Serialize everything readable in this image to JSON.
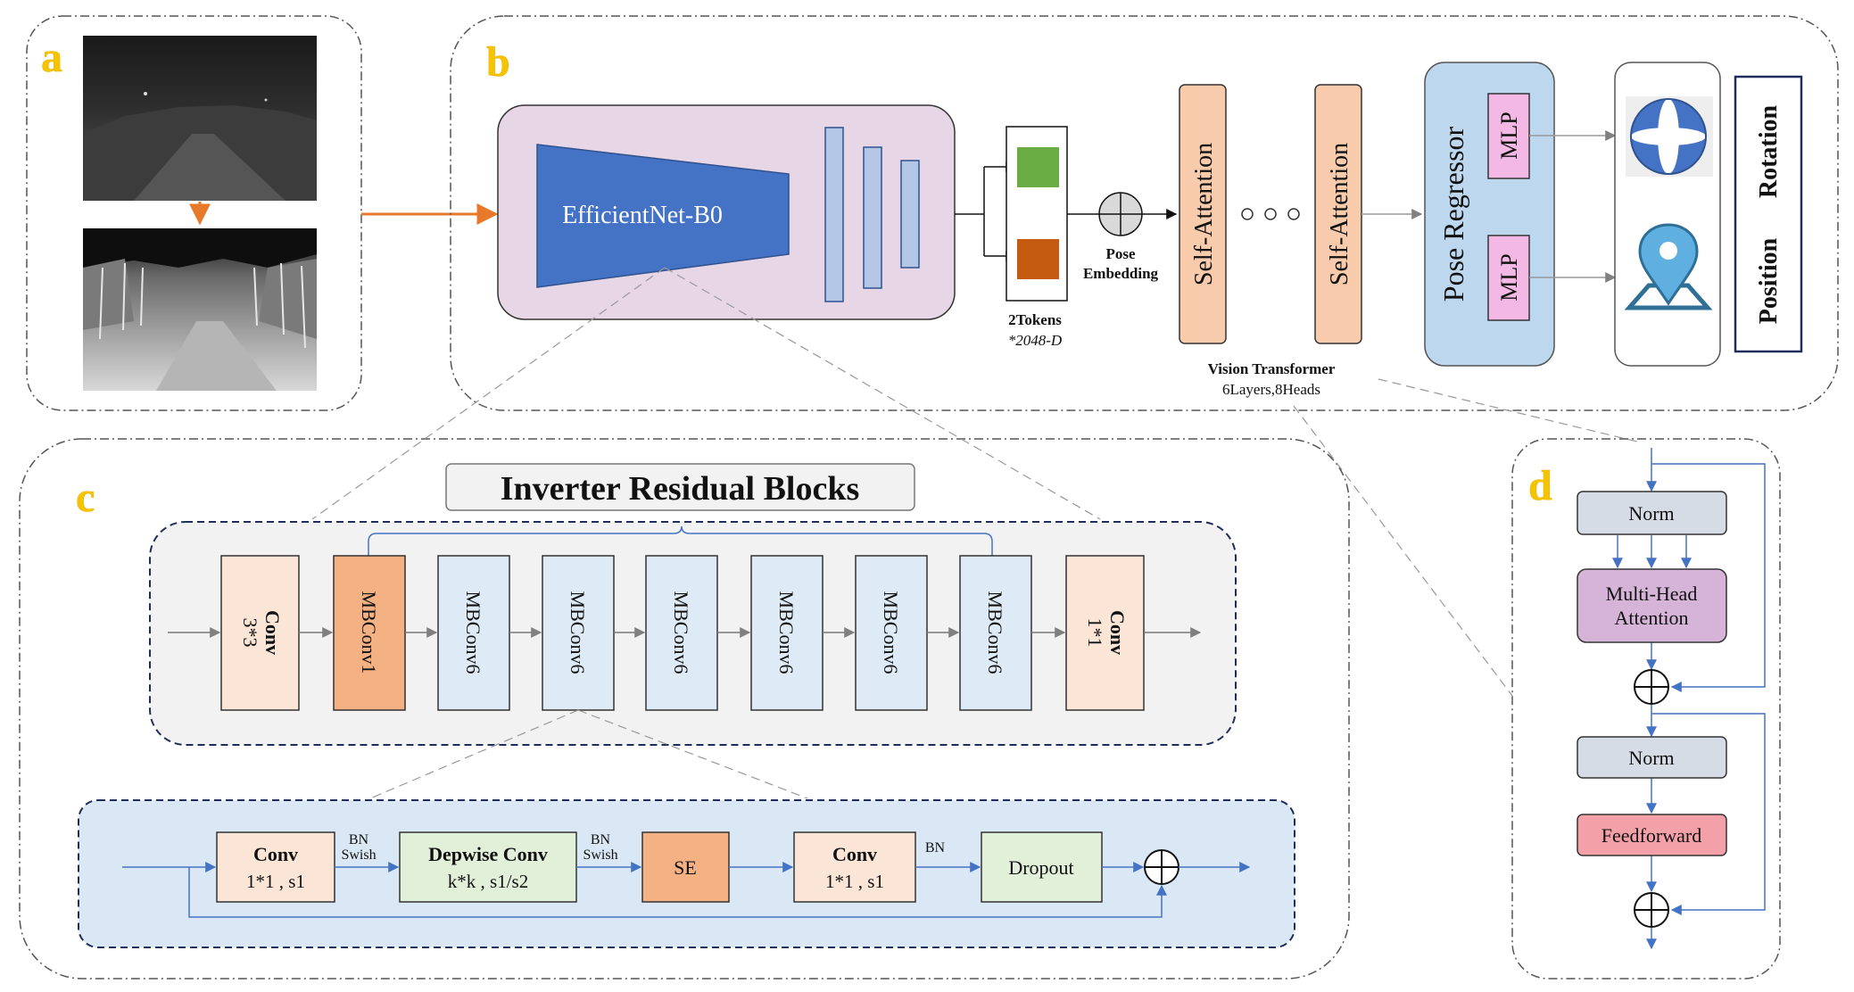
{
  "panels": {
    "a": "a",
    "b": "b",
    "c": "c",
    "d": "d"
  },
  "colors": {
    "orange_arrow": "#e8782a",
    "backbone_bg": "#e6d6e6",
    "efficientnet_blue": "#4472c4",
    "token_green": "#6aad45",
    "token_orange": "#c55a11",
    "self_attention": "#f8cbad",
    "pose_regressor_bg": "#bdd7ee",
    "mlp_pink": "#f4b8e4",
    "mbconv1": "#f4b183",
    "mbconv6": "#deebf7",
    "conv_block": "#fbe5d6",
    "depwise": "#e2f0d9",
    "norm": "#d6dce5",
    "mha": "#d5b4d8",
    "feedforward": "#f4a0a8",
    "arrow_blue": "#4472c4"
  },
  "panel_b": {
    "backbone_label": "EfficientNet-B0",
    "tokens_label": "2Tokens",
    "tokens_dim": "*2048-D",
    "pose_embedding_line1": "Pose",
    "pose_embedding_line2": "Embedding",
    "self_attention_1": "Self-Attention",
    "self_attention_2": "Self-Attention",
    "ellipsis": "• • •",
    "vit_title": "Vision Transformer",
    "vit_subtitle": "6Layers,8Heads",
    "pose_regressor": "Pose Regressor",
    "mlp_top": "MLP",
    "mlp_bottom": "MLP",
    "rotation": "Rotation",
    "position": "Position",
    "rotation_icon": "globe-icon",
    "position_icon": "map-pin-icon"
  },
  "panel_c": {
    "title": "Inverter Residual Blocks",
    "blocks": [
      {
        "line1": "Conv",
        "line2": "3*3"
      },
      {
        "line1": "MBConv1",
        "line2": ""
      },
      {
        "line1": "MBConv6",
        "line2": ""
      },
      {
        "line1": "MBConv6",
        "line2": ""
      },
      {
        "line1": "MBConv6",
        "line2": ""
      },
      {
        "line1": "MBConv6",
        "line2": ""
      },
      {
        "line1": "MBConv6",
        "line2": ""
      },
      {
        "line1": "MBConv6",
        "line2": ""
      },
      {
        "line1": "Conv",
        "line2": "1*1"
      }
    ],
    "detail": {
      "conv1_title": "Conv",
      "conv1_sub": "1*1 , s1",
      "bn_swish_1a": "BN",
      "bn_swish_1b": "Swish",
      "depwise_title": "Depwise Conv",
      "depwise_sub": "k*k , s1/s2",
      "bn_swish_2a": "BN",
      "bn_swish_2b": "Swish",
      "se": "SE",
      "conv2_title": "Conv",
      "conv2_sub": "1*1 , s1",
      "bn_3": "BN",
      "dropout": "Dropout"
    }
  },
  "panel_d": {
    "norm_1": "Norm",
    "mha_line1": "Multi-Head",
    "mha_line2": "Attention",
    "norm_2": "Norm",
    "feedforward": "Feedforward"
  }
}
